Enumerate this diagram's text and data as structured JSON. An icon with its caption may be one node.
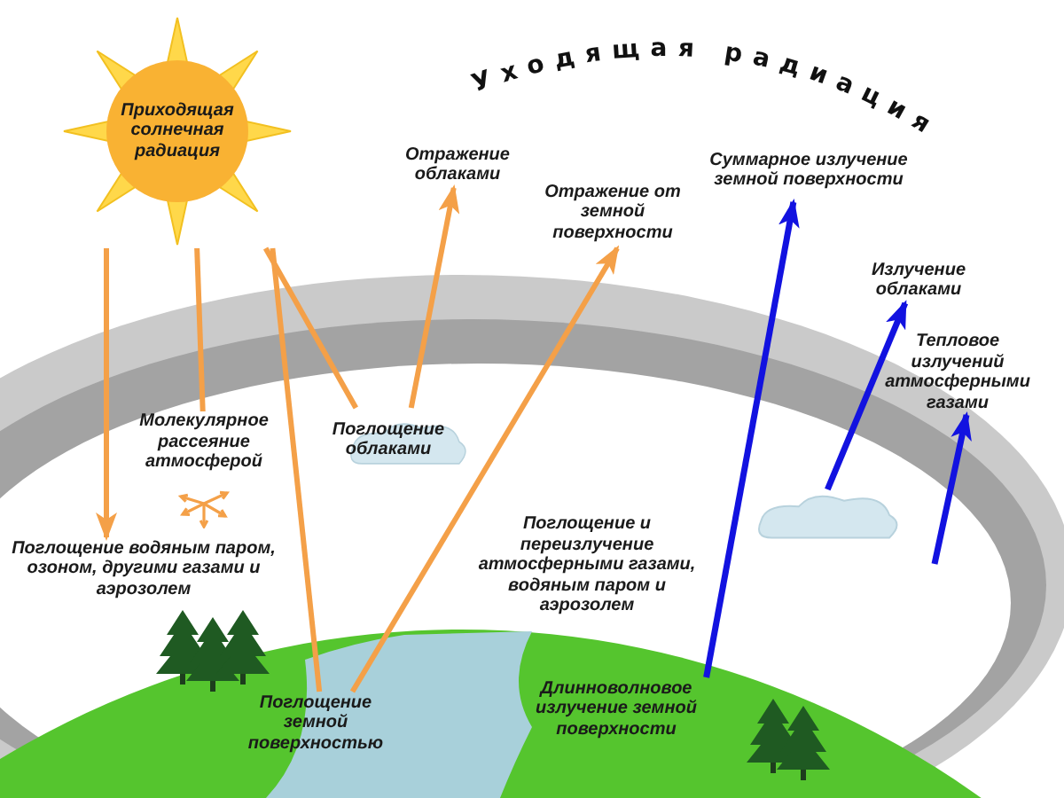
{
  "diagram": {
    "title": "Уходящая радиация",
    "nodes": [
      {
        "text": [
          "Приходящая солнечная радиация"
        ]
      },
      {
        "text": [
          "Отражение облаками"
        ]
      },
      {
        "text": [
          "Отражение от земной поверхности"
        ]
      },
      {
        "text": [
          "Поглощение облаками"
        ]
      },
      {
        "text": [
          "Молекулярное рассеяние атмосферой"
        ]
      },
      {
        "text": [
          "Поглощение водяным паром, озоном, другими газами и аэрозолем"
        ]
      },
      {
        "text": [
          "Поглощение земной поверхностью"
        ]
      },
      {
        "text": [
          "Суммарное излучение земной поверхности"
        ]
      },
      {
        "text": [
          "Излучение облаками"
        ]
      },
      {
        "text": [
          "Тепловое излучений атмосферными газами"
        ]
      },
      {
        "text": [
          "Поглощение и переизлучение атмосферными газами, водяным паром и аэрозолем"
        ]
      },
      {
        "text": [
          "Длинноволновое излучение земной поверхности"
        ]
      },
      {
        "text": [],
        "shape": "cloud"
      }
    ],
    "edges": [
      {
        "from": 0,
        "to": 5,
        "arrow": "to"
      },
      {
        "from": 0,
        "to": 4,
        "arrow": "none"
      },
      {
        "from": 0,
        "to": 6,
        "arrow": "none"
      },
      {
        "from": 6,
        "to": 2,
        "arrow": "to"
      },
      {
        "from": 0,
        "to": 3,
        "arrow": "none"
      },
      {
        "from": 3,
        "to": 1,
        "arrow": "to"
      },
      {
        "from": 11,
        "to": 7,
        "arrow": "to",
        "color": "#1212e0"
      },
      {
        "from": 12,
        "to": 8,
        "arrow": "to",
        "color": "#1212e0"
      },
      {
        "from": null,
        "to": 9,
        "arrow": "to",
        "color": "#1212e0"
      }
    ]
  }
}
